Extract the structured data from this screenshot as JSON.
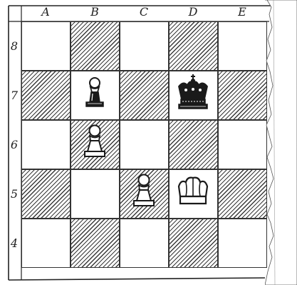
{
  "board": {
    "files": [
      "A",
      "B",
      "C",
      "D",
      "E"
    ],
    "ranks": [
      "8",
      "7",
      "6",
      "5",
      "4"
    ],
    "file_labels_shown": [
      "A",
      "B",
      "C",
      "D",
      "E"
    ],
    "rank_labels_shown": [
      "8",
      "7",
      "6",
      "5",
      "4"
    ],
    "light_color": "#ffffff",
    "dark_pattern": "diagonal-hatch",
    "ink_color": "#1a1a1a"
  },
  "pieces": [
    {
      "square": "B7",
      "color": "black",
      "type": "pawn",
      "icon": "black-pawn-icon"
    },
    {
      "square": "D7",
      "color": "black",
      "type": "king",
      "icon": "black-king-icon"
    },
    {
      "square": "B6",
      "color": "white",
      "type": "pawn",
      "icon": "white-pawn-icon"
    },
    {
      "square": "C5",
      "color": "white",
      "type": "pawn",
      "icon": "white-pawn-icon"
    },
    {
      "square": "D5",
      "color": "white",
      "type": "king",
      "icon": "white-king-icon"
    }
  ]
}
